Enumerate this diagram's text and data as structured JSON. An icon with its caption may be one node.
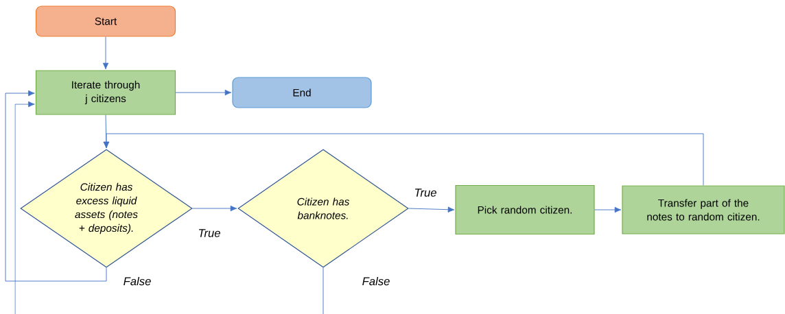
{
  "diagram": {
    "nodes": [
      {
        "text": [
          "Start"
        ]
      },
      {
        "text": [
          "Iterate through j citizens"
        ]
      },
      {
        "text": [
          "End"
        ]
      },
      {
        "text": [
          "Citizen has excess liquid assets (notes + deposits)."
        ]
      },
      {
        "text": [
          "Citizen has banknotes."
        ]
      },
      {
        "text": [
          "Pick random citizen."
        ]
      },
      {
        "text": [
          "Transfer part of the notes to random citizen."
        ]
      }
    ],
    "edges": [
      {
        "from": 0,
        "to": 1,
        "arrow": "to"
      },
      {
        "from": 1,
        "to": 2,
        "arrow": "to"
      },
      {
        "from": 1,
        "to": 3,
        "arrow": "to"
      },
      {
        "from": 3,
        "to": 4,
        "arrow": "to",
        "label": "True"
      },
      {
        "from": 4,
        "to": 5,
        "arrow": "to",
        "label": "True"
      },
      {
        "from": 5,
        "to": 6,
        "arrow": "to"
      },
      {
        "from": 6,
        "to": 3,
        "arrow": "to"
      },
      {
        "from": 3,
        "to": 1,
        "arrow": "to",
        "label": "False"
      },
      {
        "from": 4,
        "to": null,
        "arrow": "none",
        "label": "False"
      },
      {
        "from": null,
        "to": 1,
        "arrow": "to"
      }
    ]
  }
}
